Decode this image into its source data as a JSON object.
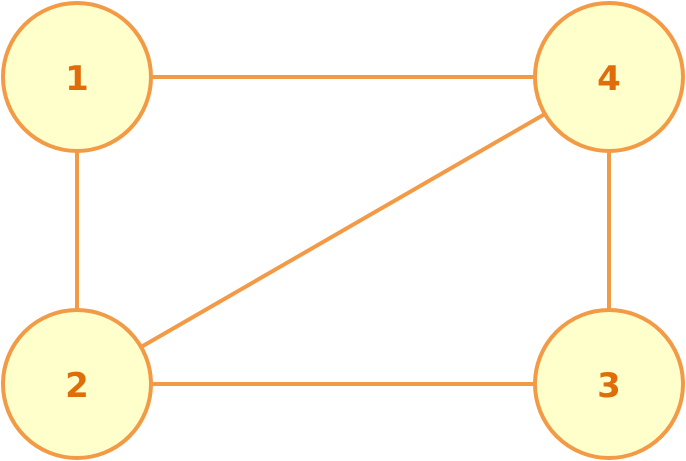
{
  "graph": {
    "nodes": [
      {
        "id": "1",
        "label": "1"
      },
      {
        "id": "2",
        "label": "2"
      },
      {
        "id": "3",
        "label": "3"
      },
      {
        "id": "4",
        "label": "4"
      }
    ],
    "edges": [
      {
        "from": "1",
        "to": "4"
      },
      {
        "from": "1",
        "to": "2"
      },
      {
        "from": "2",
        "to": "4"
      },
      {
        "from": "2",
        "to": "3"
      },
      {
        "from": "4",
        "to": "3"
      }
    ]
  },
  "colors": {
    "edge": "#f29a46",
    "node_fill": "#ffffcc",
    "node_stroke": "#f29a46",
    "label": "#e06d0a"
  }
}
